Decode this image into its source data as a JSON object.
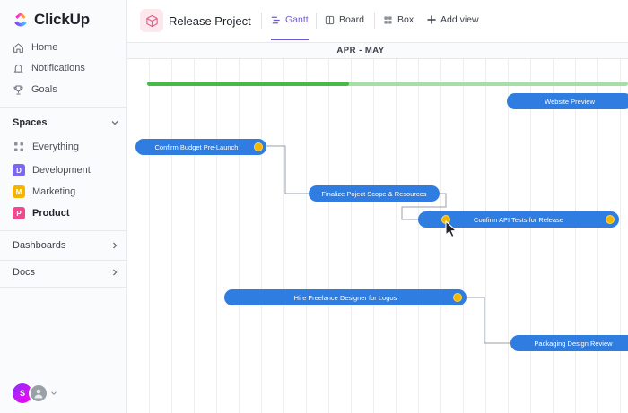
{
  "app": {
    "name": "ClickUp"
  },
  "sidebar": {
    "nav": [
      {
        "label": "Home",
        "icon": "home-icon"
      },
      {
        "label": "Notifications",
        "icon": "bell-icon"
      },
      {
        "label": "Goals",
        "icon": "trophy-icon"
      }
    ],
    "spaces_title": "Spaces",
    "spaces": [
      {
        "label": "Everything",
        "badge": "",
        "color": ""
      },
      {
        "label": "Development",
        "badge": "D",
        "color": "#7b68ee"
      },
      {
        "label": "Marketing",
        "badge": "M",
        "color": "#f5b400"
      },
      {
        "label": "Product",
        "badge": "P",
        "color": "#ee4b8f"
      }
    ],
    "dashboards": "Dashboards",
    "docs": "Docs",
    "avatar_initial": "S"
  },
  "header": {
    "project_title": "Release Project",
    "views": [
      {
        "label": "Gantt",
        "active": true
      },
      {
        "label": "Board",
        "active": false
      },
      {
        "label": "Box",
        "active": false
      },
      {
        "label": "Add view",
        "active": false
      }
    ]
  },
  "gantt": {
    "timeline_label": "APR - MAY",
    "progress_fraction": 0.42,
    "tasks": [
      {
        "name": "Website Preview"
      },
      {
        "name": "Confirm Budget Pre-Launch"
      },
      {
        "name": "Finalize Poject Scope & Resources"
      },
      {
        "name": "Confirm API Tests for Release"
      },
      {
        "name": "Hire Freelance Designer for Logos"
      },
      {
        "name": "Packaging Design Review"
      }
    ]
  },
  "colors": {
    "accent": "#6b5cd6",
    "task_bar": "#2f7de1",
    "milestone": "#f2b705",
    "progress_done": "#46b946",
    "progress_remaining": "#a6dfa6"
  }
}
